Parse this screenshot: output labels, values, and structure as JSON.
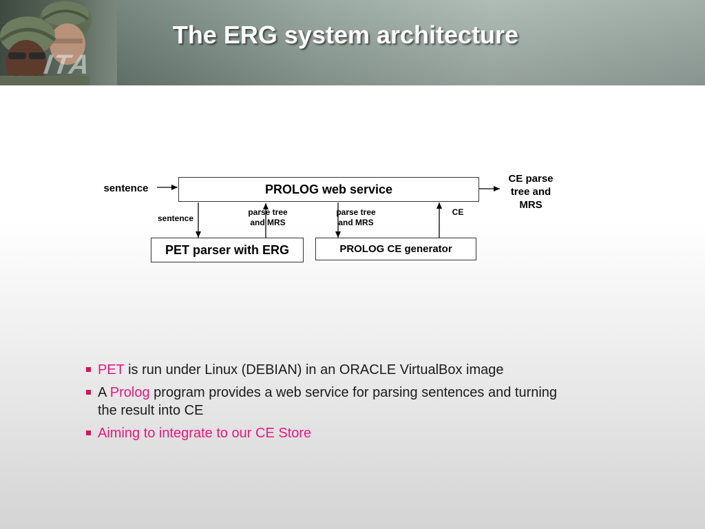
{
  "slide": {
    "title": "The ERG system architecture",
    "logo_text": "ITA"
  },
  "diagram": {
    "input_label": "sentence",
    "web_service": "PROLOG web service",
    "output_label_line1": "CE parse",
    "output_label_line2": "tree and",
    "output_label_line3": "MRS",
    "down_left_label": "sentence",
    "up_left_label_line1": "parse tree",
    "up_left_label_line2": "and MRS",
    "down_right_label_line1": "parse tree",
    "down_right_label_line2": "and MRS",
    "up_right_label": "CE",
    "pet_box": "PET parser with ERG",
    "ce_box": "PROLOG CE generator"
  },
  "bullets": [
    {
      "highlight": "PET",
      "rest": " is run under Linux (DEBIAN) in an ORACLE VirtualBox image"
    },
    {
      "prefix": "A ",
      "highlight": "Prolog",
      "rest": " program provides a web service for parsing sentences and turning the result into CE"
    },
    {
      "highlight": "Aiming to integrate to our CE Store"
    }
  ],
  "colors": {
    "highlight": "#e8177d",
    "bullet_marker": "#d4145a"
  }
}
